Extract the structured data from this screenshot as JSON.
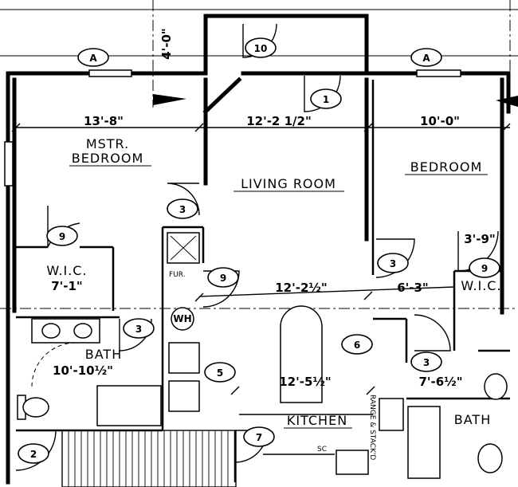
{
  "rooms": {
    "master_bedroom": [
      "MSTR.",
      "BEDROOM"
    ],
    "living_room": "LIVING ROOM",
    "bedroom": "BEDROOM",
    "wic_master": "W.I.C.",
    "wic_bedroom": "W.I.C.",
    "bath_master": "BATH",
    "bath_second": "BATH",
    "kitchen": "KITCHEN",
    "furnace": "FUR.",
    "water_heater": "WH"
  },
  "dimensions": {
    "master_bedroom_width": "13'-8\"",
    "living_room_width": "12'-2 1/2\"",
    "bedroom_width": "10'-0\"",
    "wic_master": "7'-1\"",
    "wic_bedroom": "3'-9\"",
    "living_lower": "12'-2½\"",
    "hall": "6'-3\"",
    "bath_master": "10'-10½\"",
    "kitchen": "12'-5½\"",
    "bath_second": "7'-6½\"",
    "porch": "4'-0\""
  },
  "door_tags": [
    "1",
    "2",
    "3",
    "3",
    "3",
    "3",
    "5",
    "6",
    "7",
    "9",
    "9",
    "9",
    "10"
  ],
  "window_tags": [
    "A",
    "A"
  ],
  "kitchen_labels": {
    "range": "RANGE & STACK'D",
    "counter_mark": "SC"
  }
}
